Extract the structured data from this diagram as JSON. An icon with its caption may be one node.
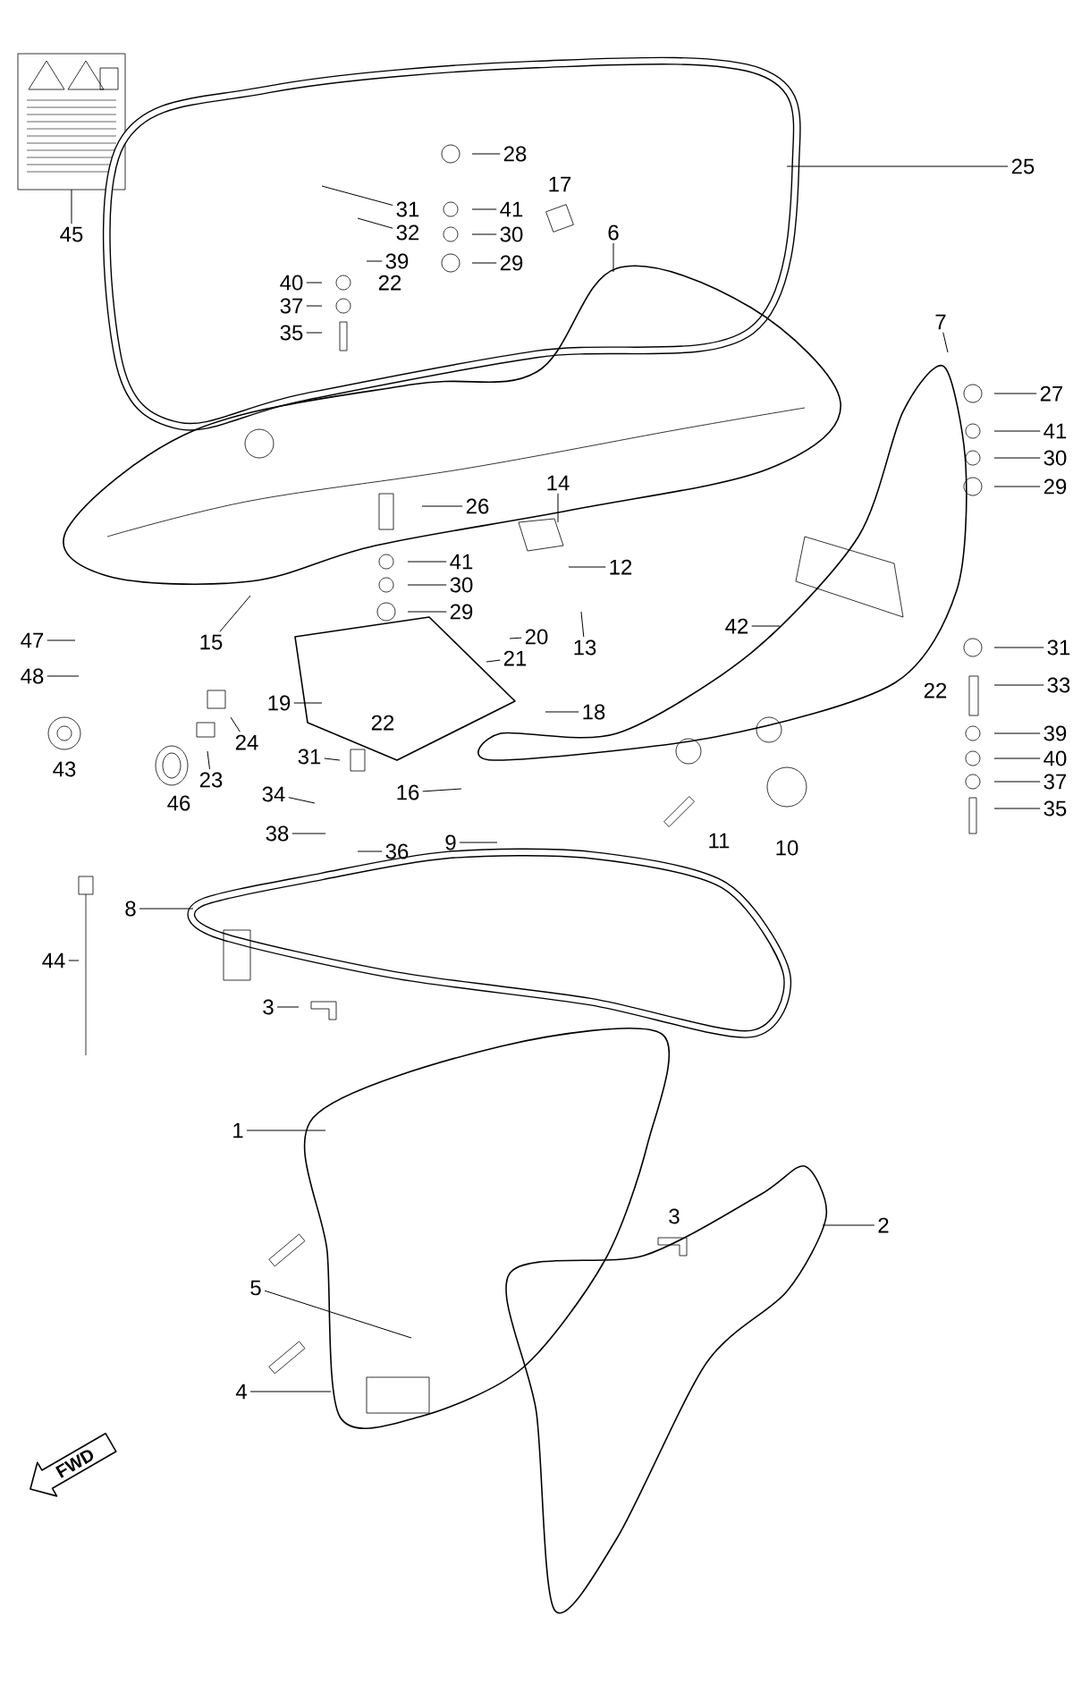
{
  "diagram": {
    "nodes": [
      {
        "text": [
          "28"
        ]
      },
      {
        "text": [
          "25"
        ]
      },
      {
        "text": [
          "31"
        ]
      },
      {
        "text": [
          "41"
        ]
      },
      {
        "text": [
          "32"
        ]
      },
      {
        "text": [
          "6"
        ]
      },
      {
        "text": [
          "30"
        ]
      },
      {
        "text": [
          "39"
        ]
      },
      {
        "text": [
          "29"
        ]
      },
      {
        "text": [
          "40"
        ]
      },
      {
        "text": [
          "37"
        ]
      },
      {
        "text": [
          "35"
        ]
      },
      {
        "text": [
          "7"
        ]
      },
      {
        "text": [
          "27"
        ]
      },
      {
        "text": [
          "41"
        ]
      },
      {
        "text": [
          "30"
        ]
      },
      {
        "text": [
          "29"
        ]
      },
      {
        "text": [
          "14"
        ]
      },
      {
        "text": [
          "26"
        ]
      },
      {
        "text": [
          "41"
        ]
      },
      {
        "text": [
          "12"
        ]
      },
      {
        "text": [
          "30"
        ]
      },
      {
        "text": [
          "29"
        ]
      },
      {
        "text": [
          "47"
        ]
      },
      {
        "text": [
          "15"
        ]
      },
      {
        "text": [
          "20"
        ]
      },
      {
        "text": [
          "42"
        ]
      },
      {
        "text": [
          "13"
        ]
      },
      {
        "text": [
          "31"
        ]
      },
      {
        "text": [
          "21"
        ]
      },
      {
        "text": [
          "48"
        ]
      },
      {
        "text": [
          "33"
        ]
      },
      {
        "text": [
          "19"
        ]
      },
      {
        "text": [
          "18"
        ]
      },
      {
        "text": [
          "39"
        ]
      },
      {
        "text": [
          "24"
        ]
      },
      {
        "text": [
          "40"
        ]
      },
      {
        "text": [
          "31"
        ]
      },
      {
        "text": [
          "23"
        ]
      },
      {
        "text": [
          "37"
        ]
      },
      {
        "text": [
          "34"
        ]
      },
      {
        "text": [
          "16"
        ]
      },
      {
        "text": [
          "35"
        ]
      },
      {
        "text": [
          "9"
        ]
      },
      {
        "text": [
          "38"
        ]
      },
      {
        "text": [
          "36"
        ]
      },
      {
        "text": [
          "8"
        ]
      },
      {
        "text": [
          "44"
        ]
      },
      {
        "text": [
          "3"
        ]
      },
      {
        "text": [
          "1"
        ]
      },
      {
        "text": [
          "2"
        ]
      },
      {
        "text": [
          "5"
        ]
      },
      {
        "text": [
          "4"
        ]
      },
      {
        "text": [
          "45"
        ]
      }
    ],
    "edges": [
      {
        "from": 0,
        "to": null,
        "arrow": "none"
      },
      {
        "from": 1,
        "to": null,
        "arrow": "none"
      },
      {
        "from": 2,
        "to": null,
        "arrow": "none"
      },
      {
        "from": 3,
        "to": null,
        "arrow": "none"
      },
      {
        "from": 4,
        "to": null,
        "arrow": "none"
      },
      {
        "from": 5,
        "to": null,
        "arrow": "none"
      },
      {
        "from": 6,
        "to": null,
        "arrow": "none"
      },
      {
        "from": 7,
        "to": null,
        "arrow": "none"
      },
      {
        "from": 8,
        "to": null,
        "arrow": "none"
      },
      {
        "from": 9,
        "to": null,
        "arrow": "none"
      },
      {
        "from": 10,
        "to": null,
        "arrow": "none"
      },
      {
        "from": 11,
        "to": null,
        "arrow": "none"
      },
      {
        "from": 12,
        "to": null,
        "arrow": "none"
      },
      {
        "from": 13,
        "to": null,
        "arrow": "none"
      },
      {
        "from": 14,
        "to": null,
        "arrow": "none"
      },
      {
        "from": 15,
        "to": null,
        "arrow": "none"
      },
      {
        "from": 16,
        "to": null,
        "arrow": "none"
      },
      {
        "from": 17,
        "to": null,
        "arrow": "none"
      },
      {
        "from": 18,
        "to": null,
        "arrow": "none"
      },
      {
        "from": 19,
        "to": null,
        "arrow": "none"
      },
      {
        "from": 20,
        "to": null,
        "arrow": "none"
      },
      {
        "from": 21,
        "to": null,
        "arrow": "none"
      },
      {
        "from": 22,
        "to": null,
        "arrow": "none"
      },
      {
        "from": 23,
        "to": null,
        "arrow": "none"
      },
      {
        "from": 24,
        "to": null,
        "arrow": "none"
      },
      {
        "from": 25,
        "to": null,
        "arrow": "none"
      },
      {
        "from": 26,
        "to": null,
        "arrow": "none"
      },
      {
        "from": 27,
        "to": null,
        "arrow": "none"
      },
      {
        "from": 28,
        "to": null,
        "arrow": "none"
      },
      {
        "from": 29,
        "to": null,
        "arrow": "none"
      },
      {
        "from": 30,
        "to": null,
        "arrow": "none"
      },
      {
        "from": 31,
        "to": null,
        "arrow": "none"
      },
      {
        "from": 32,
        "to": null,
        "arrow": "none"
      },
      {
        "from": 33,
        "to": null,
        "arrow": "none"
      },
      {
        "from": 34,
        "to": null,
        "arrow": "none"
      },
      {
        "from": 35,
        "to": null,
        "arrow": "none"
      },
      {
        "from": 36,
        "to": null,
        "arrow": "none"
      },
      {
        "from": 37,
        "to": null,
        "arrow": "none"
      },
      {
        "from": 38,
        "to": null,
        "arrow": "none"
      },
      {
        "from": 39,
        "to": null,
        "arrow": "none"
      },
      {
        "from": 40,
        "to": null,
        "arrow": "none"
      },
      {
        "from": 41,
        "to": null,
        "arrow": "none"
      },
      {
        "from": 42,
        "to": null,
        "arrow": "none"
      },
      {
        "from": 43,
        "to": null,
        "arrow": "none"
      },
      {
        "from": 44,
        "to": null,
        "arrow": "none"
      },
      {
        "from": 45,
        "to": null,
        "arrow": "none"
      },
      {
        "from": 46,
        "to": null,
        "arrow": "none"
      },
      {
        "from": 47,
        "to": null,
        "arrow": "none"
      },
      {
        "from": 48,
        "to": null,
        "arrow": "none"
      },
      {
        "from": 49,
        "to": null,
        "arrow": "none"
      },
      {
        "from": 50,
        "to": null,
        "arrow": "none"
      },
      {
        "from": 51,
        "to": null,
        "arrow": "none"
      },
      {
        "from": 52,
        "to": null,
        "arrow": "none"
      },
      {
        "from": 53,
        "to": null,
        "arrow": "none"
      }
    ],
    "labels": [
      "17",
      "22",
      "22",
      "43",
      "22",
      "46",
      "10",
      "11",
      "3",
      "FWD"
    ]
  }
}
